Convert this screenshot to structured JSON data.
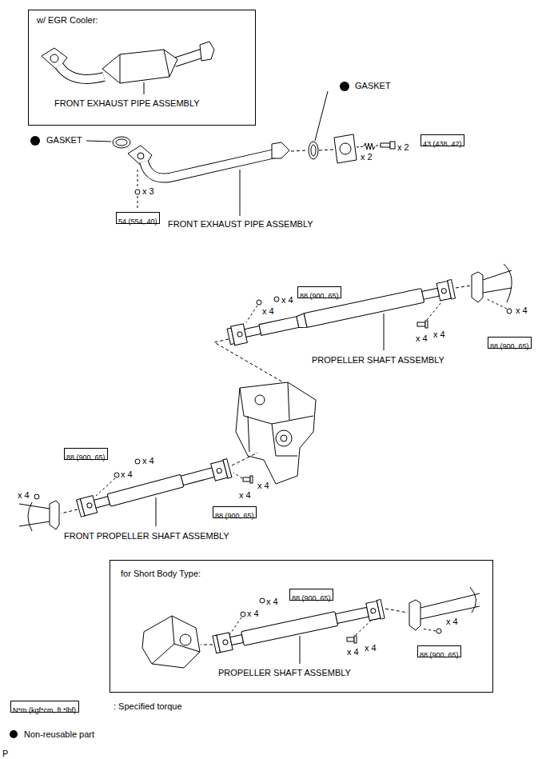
{
  "diagram": {
    "nodes": [
      {
        "text": [
          "w/ EGR Cooler:",
          "FRONT EXHAUST PIPE ASSEMBLY"
        ]
      },
      {
        "text": [
          "43 (438, 42)"
        ]
      },
      {
        "text": [
          "54 (554, 40)"
        ]
      },
      {
        "text": [
          "88 (900, 65)"
        ]
      },
      {
        "text": [
          "88 (900, 65)"
        ]
      },
      {
        "text": [
          "88 (900, 65)"
        ]
      },
      {
        "text": [
          "88 (900, 65)"
        ]
      },
      {
        "text": [
          "for Short Body Type:",
          "PROPELLER SHAFT ASSEMBLY"
        ]
      },
      {
        "text": [
          "88 (900, 65)"
        ],
        "in": 7
      },
      {
        "text": [
          "88 (900, 65)"
        ],
        "in": 7
      },
      {
        "text": [
          "N*m (kgf*cm, ft.*lbf)"
        ]
      }
    ],
    "labels": [
      "GASKET",
      "GASKET",
      "x 2",
      "x 2",
      "x 3",
      "FRONT EXHAUST PIPE ASSEMBLY",
      "x 4",
      "x 4",
      "x 4",
      "x 4",
      "x 4",
      "PROPELLER SHAFT ASSEMBLY",
      "x 4",
      "x 4",
      "x 4",
      "x 4",
      "x 4",
      "FRONT PROPELLER SHAFT ASSEMBLY",
      "x 4",
      "x 4",
      "x 4",
      "x 4",
      "x 4",
      "P"
    ],
    "legend": [
      {
        "text": ": Specified torque"
      },
      {
        "text": "Non-reusable part"
      }
    ]
  }
}
